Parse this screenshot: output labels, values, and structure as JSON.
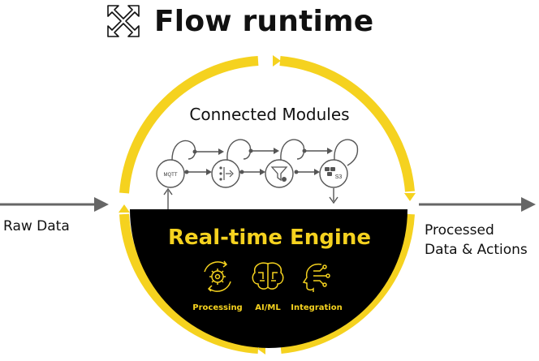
{
  "title": "Flow runtime",
  "input_label": "Raw Data",
  "output_label_line1": "Processed",
  "output_label_line2": "Data & Actions",
  "modules_title": "Connected Modules",
  "modules": [
    {
      "name": "mqtt",
      "text": "MQTT"
    },
    {
      "name": "split",
      "text": ""
    },
    {
      "name": "filter",
      "text": ""
    },
    {
      "name": "storage",
      "text": "S3"
    }
  ],
  "engine_title": "Real-time Engine",
  "capabilities": [
    {
      "label": "Processing",
      "icon": "gear-cycle-icon"
    },
    {
      "label": "AI/ML",
      "icon": "brain-circuit-icon"
    },
    {
      "label": "Integration",
      "icon": "head-network-icon"
    }
  ],
  "colors": {
    "accent": "#F5D21F",
    "dark": "#000000",
    "arrow": "#666666",
    "module_stroke": "#555555"
  }
}
